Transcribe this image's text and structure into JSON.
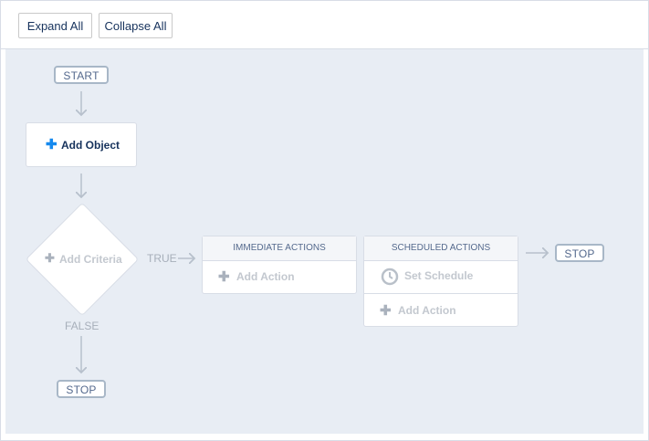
{
  "toolbar": {
    "expand_all": "Expand All",
    "collapse_all": "Collapse All"
  },
  "flow": {
    "start": "START",
    "add_object": "Add Object",
    "add_criteria": "Add Criteria",
    "true_label": "TRUE",
    "false_label": "FALSE",
    "stop_bottom": "STOP",
    "stop_right": "STOP",
    "immediate": {
      "header": "IMMEDIATE ACTIONS",
      "add_action": "Add Action"
    },
    "scheduled": {
      "header": "SCHEDULED ACTIONS",
      "set_schedule": "Set Schedule",
      "add_action": "Add Action"
    }
  },
  "icons": {
    "plus": "plus-icon",
    "clock": "clock-icon"
  },
  "colors": {
    "accent": "#1589ee",
    "canvas": "#e8edf4",
    "border": "#a8b7c7",
    "muted": "#c3c8cf"
  }
}
